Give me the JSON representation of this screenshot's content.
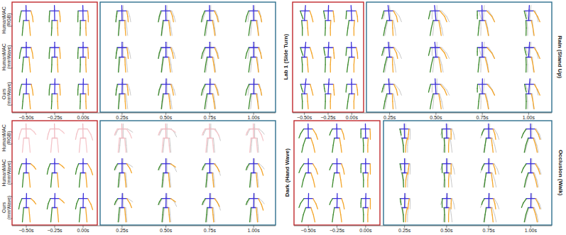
{
  "diagram": {
    "labels": [
      "HumanMAC (RGB)",
      "HumanMAC (mmWave)",
      "Ours (mmWave)",
      "−0.50s",
      "−0.25s",
      "0.00s",
      "0.25s",
      "0.50s",
      "0.75s",
      "1.00s",
      "Lab 1 (Side Turn)",
      "Rain (Stand Up)",
      "−0.50s",
      "−0.25s",
      "0.00s",
      "0.25s",
      "0.50s",
      "0.75s",
      "1.00s",
      "HumanMAC (RGB)",
      "HumanMAC (mmWave)",
      "Ours (mmWave)",
      "−0.50s",
      "−0.25s",
      "0.00s",
      "0.25s",
      "0.50s",
      "0.75s",
      "1.00s",
      "Dark (Hand Wave)",
      "Occlusion (Walk)",
      "−0.50s",
      "−0.25s",
      "0.00s",
      "0.25s",
      "0.50s",
      "0.75s",
      "1.00s"
    ]
  }
}
